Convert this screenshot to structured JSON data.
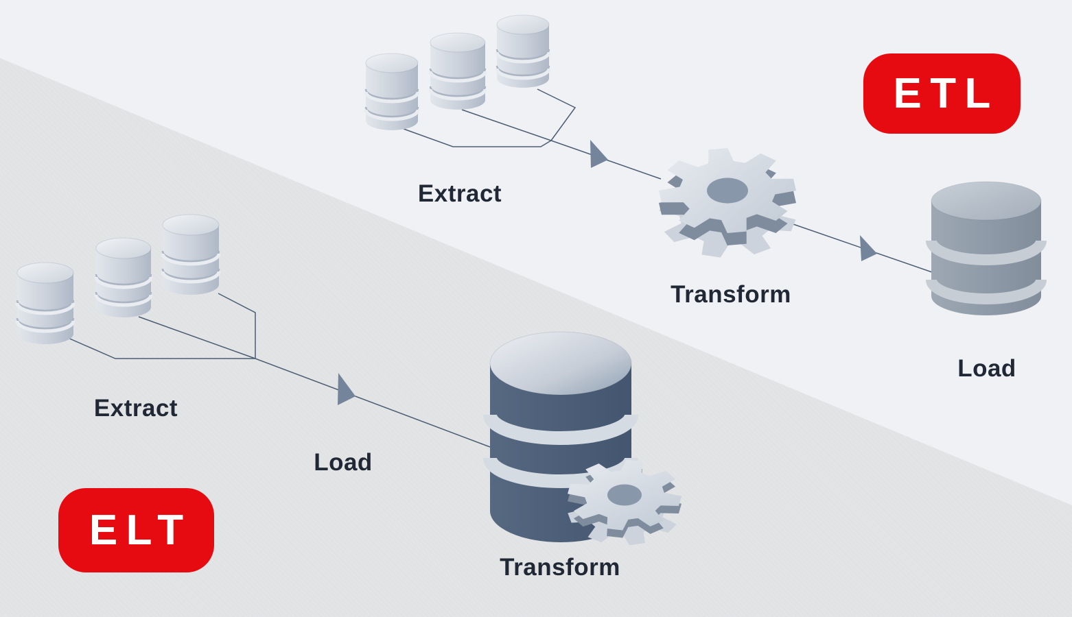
{
  "diagram": {
    "etl": {
      "badge_label": "ETL",
      "steps": [
        "Extract",
        "Transform",
        "Load"
      ]
    },
    "elt": {
      "badge_label": "ELT",
      "steps": [
        "Extract",
        "Load",
        "Transform"
      ]
    },
    "icons": {
      "source_databases": "database-icon",
      "process": "gear-icon",
      "flow": "arrowhead-icon"
    },
    "colors": {
      "badge_red": "#e50b11",
      "label_text": "#1f2834",
      "connector": "#4b5d73",
      "arrowhead": "#74849a",
      "background_upper": "#f0f1f4",
      "background_lower": "#e3e4e6",
      "database_light": "#c9d0da",
      "database_medium": "#8e99a7",
      "database_dark": "#4d5f78"
    }
  }
}
